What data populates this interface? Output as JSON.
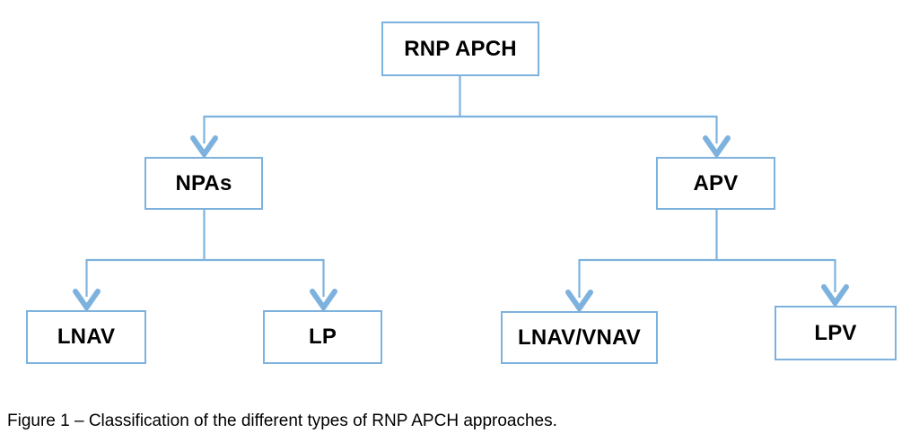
{
  "nodes": {
    "rnp_apch": {
      "label": "RNP APCH"
    },
    "npas": {
      "label": "NPAs"
    },
    "apv": {
      "label": "APV"
    },
    "lnav": {
      "label": "LNAV"
    },
    "lp": {
      "label": "LP"
    },
    "lnav_vnav": {
      "label": "LNAV/VNAV"
    },
    "lpv": {
      "label": "LPV"
    }
  },
  "hierarchy": {
    "root": "RNP APCH",
    "children": [
      {
        "label": "NPAs",
        "children": [
          "LNAV",
          "LP"
        ]
      },
      {
        "label": "APV",
        "children": [
          "LNAV/VNAV",
          "LPV"
        ]
      }
    ]
  },
  "caption": {
    "text": "Figure 1 – Classification of the different types of RNP APCH approaches."
  },
  "colors": {
    "connector": "#7EB2DE",
    "box_border": "#7EB2DE",
    "box_fill": "#FFFFFF",
    "label_text": "#000000",
    "caption_text": "#000000",
    "background": "#FFFFFF"
  }
}
